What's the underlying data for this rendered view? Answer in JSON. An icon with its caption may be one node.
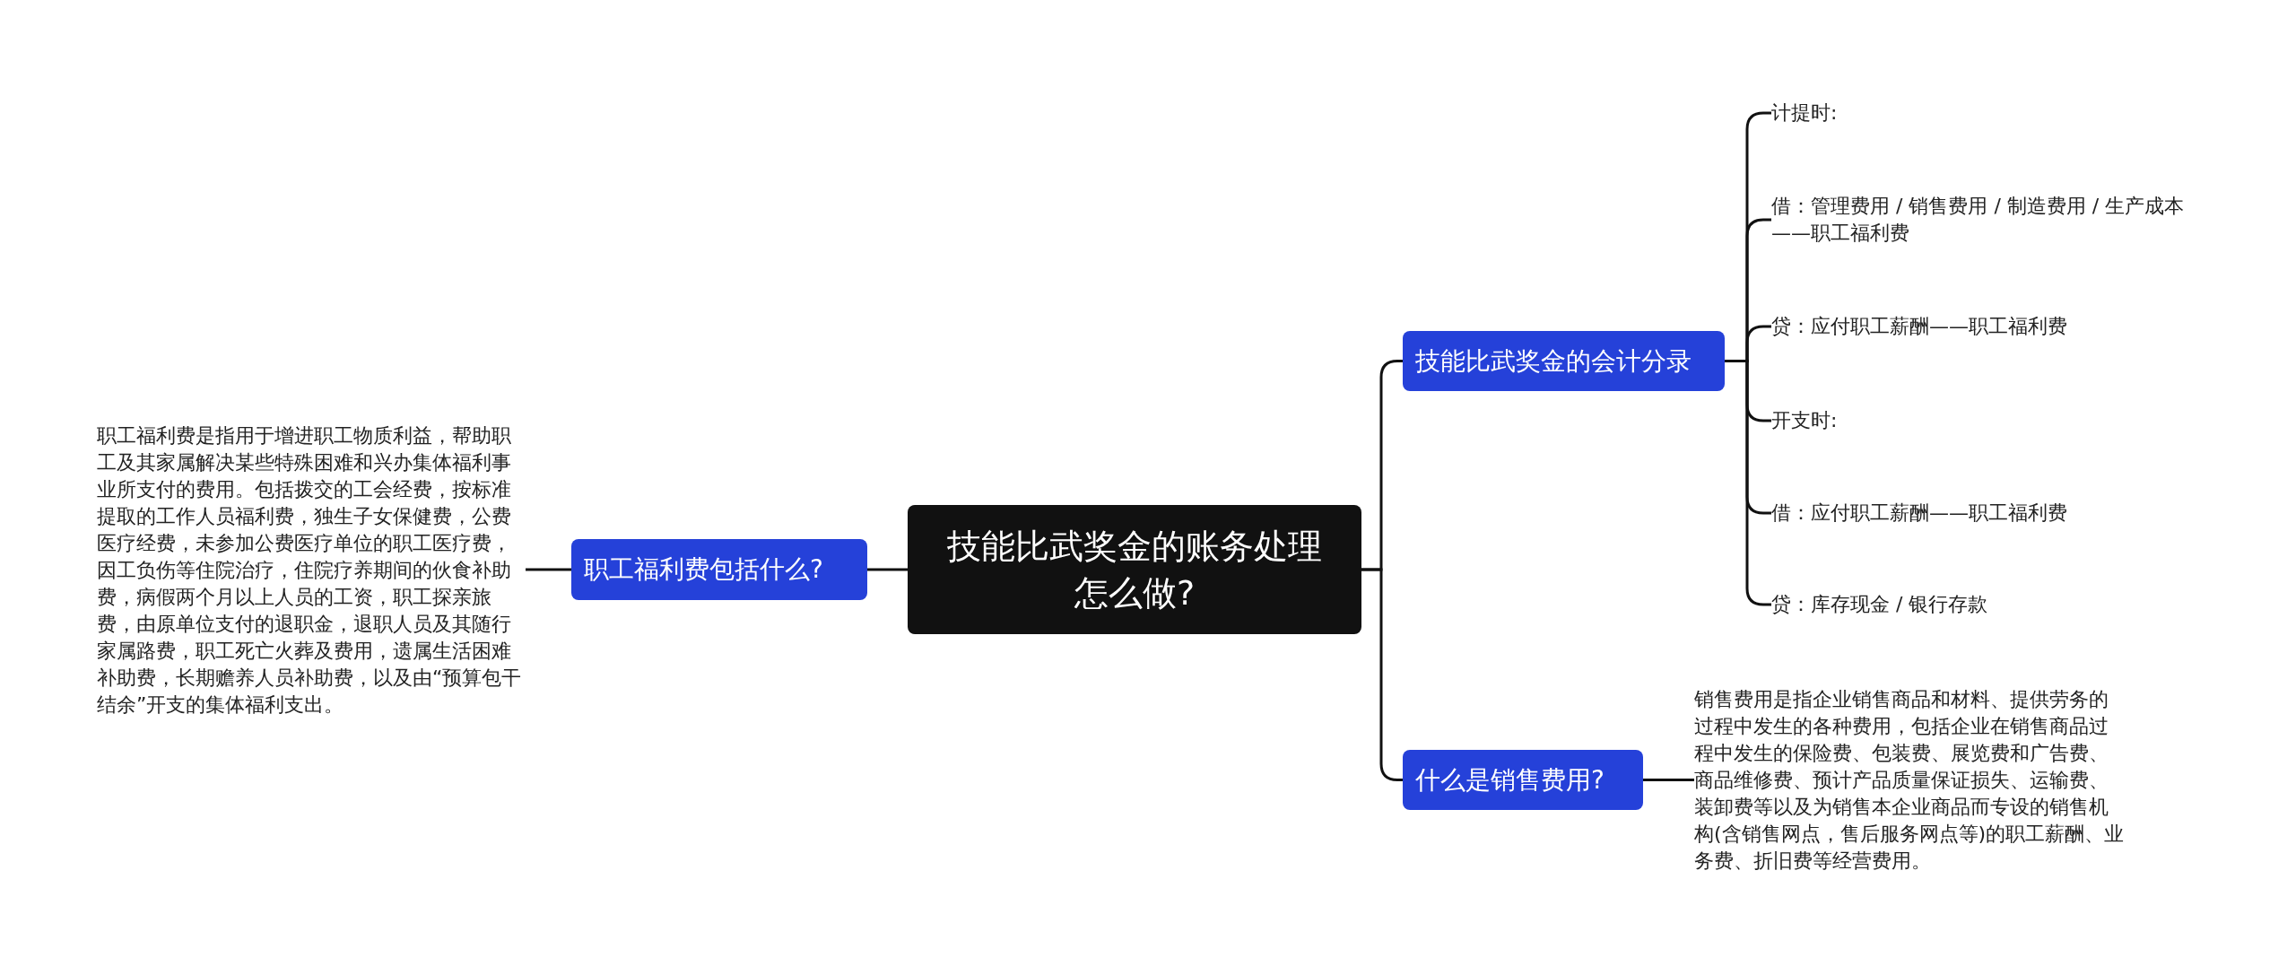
{
  "diagram": {
    "nodes": [
      {
        "text": [
          "技能比武奖金的账务处理怎么做?"
        ]
      },
      {
        "text": [
          "技能比武奖金的会计分录"
        ]
      },
      {
        "text": [
          "计提时:"
        ]
      },
      {
        "text": [
          "借：管理费用 / 销售费用 / 制造费用 / 生产成本——职工福利费"
        ]
      },
      {
        "text": [
          "贷：应付职工薪酬——职工福利费"
        ]
      },
      {
        "text": [
          "开支时:"
        ]
      },
      {
        "text": [
          "借：应付职工薪酬——职工福利费"
        ]
      },
      {
        "text": [
          "贷：库存现金 / 银行存款"
        ]
      },
      {
        "text": [
          "什么是销售费用?"
        ]
      },
      {
        "text": [
          "销售费用是指企业销售商品和材料、提供劳务的过程中发生的各种费用，包括企业在销售商品过程中发生的保险费、包装费、展览费和广告费、商品维修费、预计产品质量保证损失、运输费、装卸费等以及为销售本企业商品而专设的销售机构(含销售网点，售后服务网点等)的职工薪酬、业务费、折旧费等经营费用。"
        ]
      },
      {
        "text": [
          "职工福利费包括什么?"
        ]
      },
      {
        "text": [
          "职工福利费是指用于增进职工物质利益，帮助职工及其家属解决某些特殊困难和兴办集体福利事业所支付的费用。包括拨交的工会经费，按标准提取的工作人员福利费，独生子女保健费，公费医疗经费，未参加公费医疗单位的职工医疗费，因工负伤等住院治疗，住院疗养期间的伙食补助费，病假两个月以上人员的工资，职工探亲旅费，由原单位支付的退职金，退职人员及其随行家属路费，职工死亡火葬及费用，遗属生活困难补助费，长期赡养人员补助费，以及由“预算包干结余”开支的集体福利支出。"
        ]
      }
    ],
    "edges": [
      {
        "from": 0,
        "to": 1,
        "arrow": "none"
      },
      {
        "from": 1,
        "to": 2,
        "arrow": "none"
      },
      {
        "from": 1,
        "to": 3,
        "arrow": "none"
      },
      {
        "from": 1,
        "to": 4,
        "arrow": "none"
      },
      {
        "from": 1,
        "to": 5,
        "arrow": "none"
      },
      {
        "from": 1,
        "to": 6,
        "arrow": "none"
      },
      {
        "from": 1,
        "to": 7,
        "arrow": "none"
      },
      {
        "from": 0,
        "to": 8,
        "arrow": "none"
      },
      {
        "from": 8,
        "to": 9,
        "arrow": "none"
      },
      {
        "from": 0,
        "to": 10,
        "arrow": "none"
      },
      {
        "from": 10,
        "to": 11,
        "arrow": "none"
      }
    ]
  }
}
